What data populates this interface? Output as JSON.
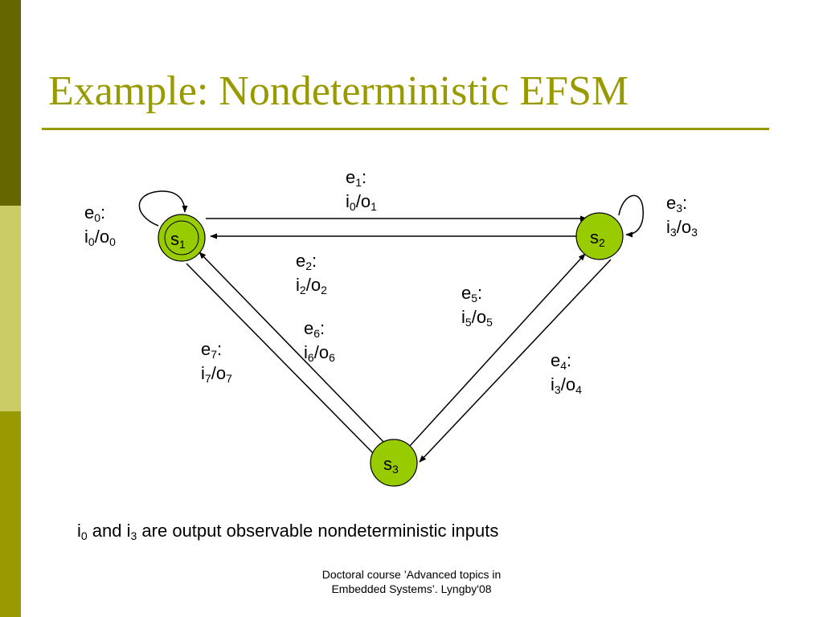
{
  "slide": {
    "title": "Example: Nondeterministic EFSM",
    "footer_line1": "Doctoral course ’Advanced topics in",
    "footer_line2": "Embedded Systems’. Lyngby'08"
  },
  "theme": {
    "accent": "#999900",
    "sidebar_dark": "#666600",
    "sidebar_light": "#cccc66",
    "state_fill": "#99cc00"
  },
  "diagram": {
    "states": [
      {
        "id": "s1",
        "base": "s",
        "sub": "1",
        "initial": true
      },
      {
        "id": "s2",
        "base": "s",
        "sub": "2",
        "initial": false
      },
      {
        "id": "s3",
        "base": "s",
        "sub": "3",
        "initial": false
      }
    ],
    "transitions": [
      {
        "id": "e0",
        "from": "s1",
        "to": "s1",
        "event": "e",
        "event_sub": "0",
        "input": "i",
        "input_sub": "0",
        "output": "o",
        "output_sub": "0"
      },
      {
        "id": "e1",
        "from": "s1",
        "to": "s2",
        "event": "e",
        "event_sub": "1",
        "input": "i",
        "input_sub": "0",
        "output": "o",
        "output_sub": "1"
      },
      {
        "id": "e2",
        "from": "s2",
        "to": "s1",
        "event": "e",
        "event_sub": "2",
        "input": "i",
        "input_sub": "2",
        "output": "o",
        "output_sub": "2"
      },
      {
        "id": "e3",
        "from": "s2",
        "to": "s2",
        "event": "e",
        "event_sub": "3",
        "input": "i",
        "input_sub": "3",
        "output": "o",
        "output_sub": "3"
      },
      {
        "id": "e4",
        "from": "s2",
        "to": "s3",
        "event": "e",
        "event_sub": "4",
        "input": "i",
        "input_sub": "3",
        "output": "o",
        "output_sub": "4"
      },
      {
        "id": "e5",
        "from": "s3",
        "to": "s2",
        "event": "e",
        "event_sub": "5",
        "input": "i",
        "input_sub": "5",
        "output": "o",
        "output_sub": "5"
      },
      {
        "id": "e6",
        "from": "s3",
        "to": "s1",
        "event": "e",
        "event_sub": "6",
        "input": "i",
        "input_sub": "6",
        "output": "o",
        "output_sub": "6"
      },
      {
        "id": "e7",
        "from": "s1",
        "to": "s3",
        "event": "e",
        "event_sub": "7",
        "input": "i",
        "input_sub": "7",
        "output": "o",
        "output_sub": "7"
      }
    ]
  },
  "note": {
    "part1": "i",
    "part1_sub": "0",
    "part2": " and i",
    "part2_sub": "3",
    "part3": " are output observable nondeterministic inputs"
  }
}
